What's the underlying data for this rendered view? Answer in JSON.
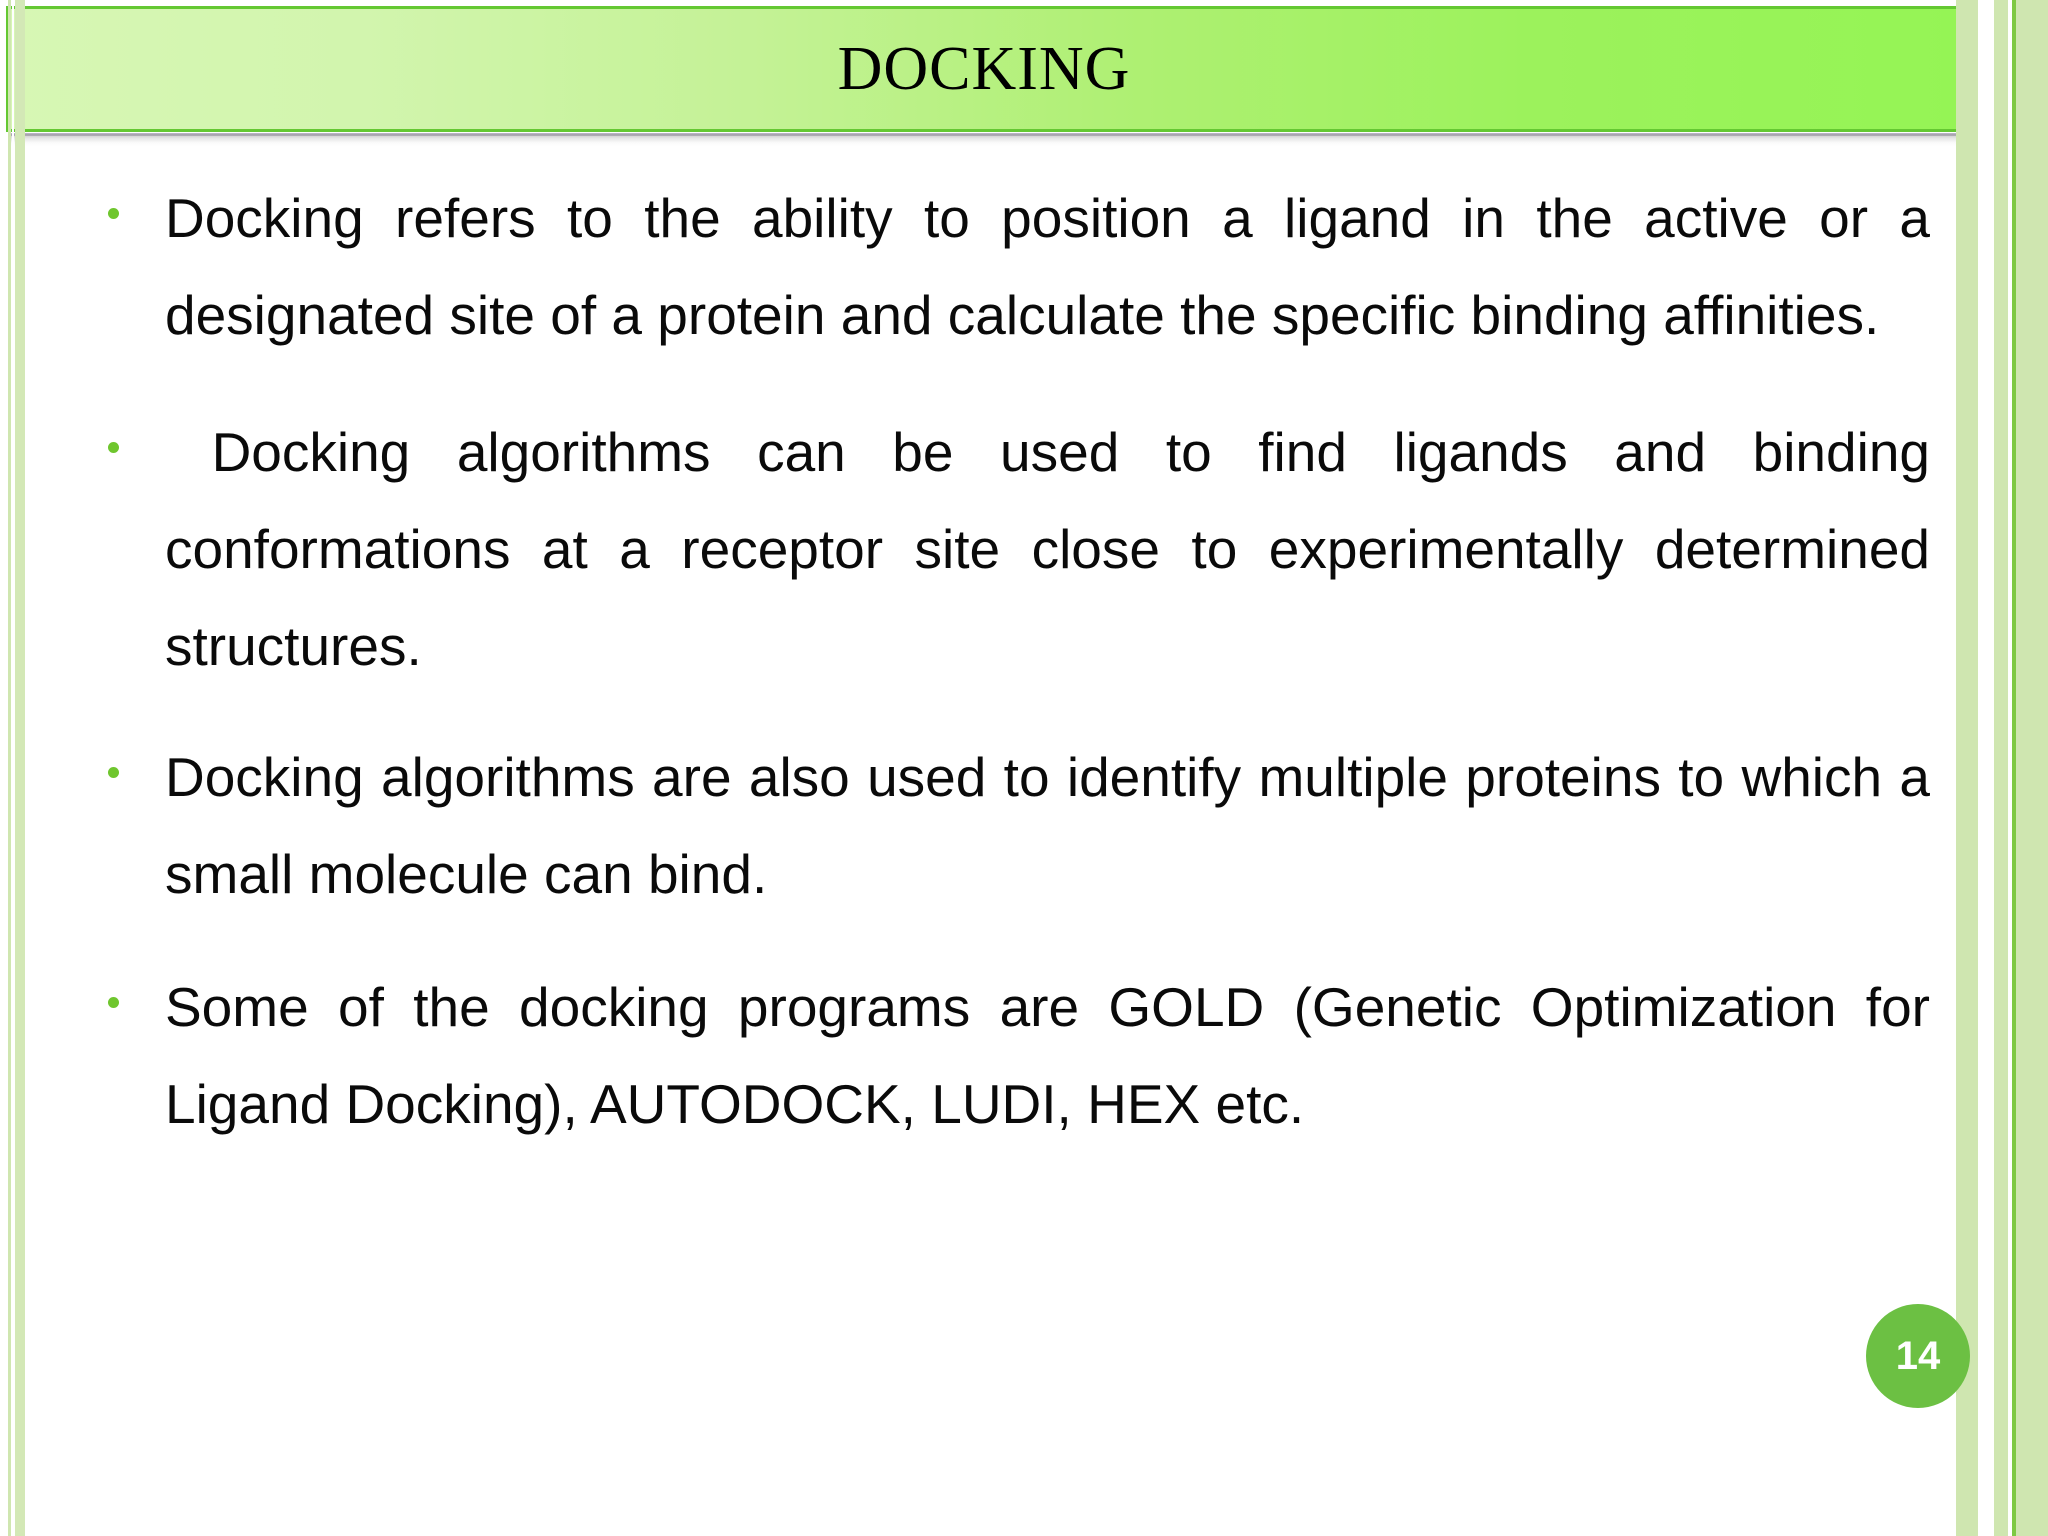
{
  "slide": {
    "title": "DOCKING",
    "page_number": "14",
    "theme": {
      "title_border": "#64c832",
      "title_gradient_start": "#d7f7b4",
      "title_gradient_end": "#95f455",
      "bullet_dot": "#6fc62e",
      "badge_bg": "#6cc043",
      "badge_text": "#ffffff",
      "edge_stripe": "#cfe6b0",
      "edge_accent_line": "#7ec943",
      "body_text": "#0a0a0a",
      "background": "#ffffff"
    },
    "bullets": [
      {
        "id": "bullet-1",
        "marker": "green-dot",
        "text": "Docking refers to the ability to position a ligand in the active or a designated site of a protein and calculate the specific binding affinities."
      },
      {
        "id": "bullet-2",
        "marker": "green-dot",
        "text": " Docking algorithms can be used to find ligands and binding conformations at a receptor site close to experimentally determined structures."
      },
      {
        "id": "bullet-3",
        "marker": "green-dot",
        "text": "Docking algorithms are also used to identify multiple proteins to which a small molecule can bind."
      },
      {
        "id": "bullet-4",
        "marker": "green-dot",
        "text": "Some of the docking programs are GOLD (Genetic Optimization for Ligand Docking), AUTODOCK, LUDI, HEX etc."
      }
    ]
  }
}
